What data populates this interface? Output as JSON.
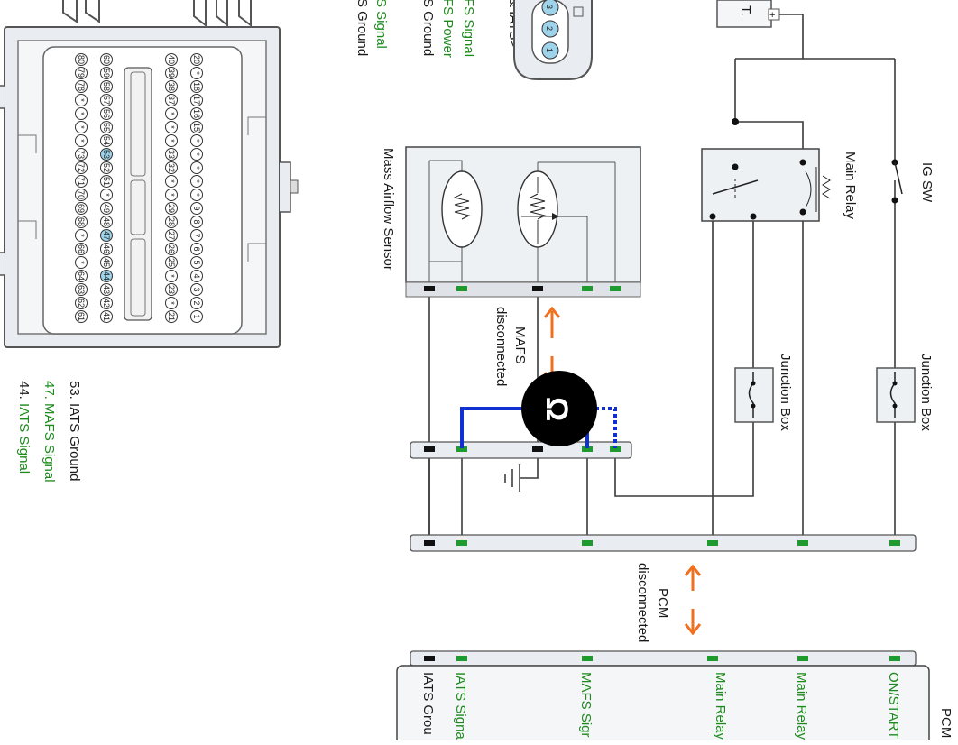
{
  "colors": {
    "wire": "#3a3a3a",
    "pin_green": "#1f9a2f",
    "pin_black": "#111111",
    "arrow_orange": "#f07020",
    "highlight_blue": "#9ed3ea",
    "probe_blue": "#1030d0",
    "text_green": "#1e8a1e",
    "component_fill": "#eef1f4"
  },
  "connector_legend": [
    {
      "num": "44.",
      "name": "IATS Signal",
      "color": "green"
    },
    {
      "num": "47.",
      "name": "MAFS Signal",
      "color": "green"
    },
    {
      "num": "53.",
      "name": "IATS Ground",
      "color": "black"
    }
  ],
  "top_legend": {
    "title_fragment": "& IATS>",
    "items": [
      {
        "text": "FS Signal",
        "color": "green"
      },
      {
        "text": "FS Power",
        "color": "green"
      },
      {
        "text": "S Ground",
        "color": "black"
      },
      {
        "text": "S Signal",
        "color": "green"
      },
      {
        "text": "S Ground",
        "color": "black"
      }
    ],
    "plug_pins": [
      "3",
      "2",
      "1"
    ]
  },
  "battery_label": "T.",
  "battery_plus": "+",
  "components": {
    "main_relay": "Main Relay",
    "ig_sw": "IG SW",
    "mafs": "Mass Airflow Sensor",
    "junction_box_1": "Junction Box",
    "junction_box_2": "Junction Box",
    "ground_symbol": "ground",
    "meter_symbol": "Ω"
  },
  "annotations": {
    "mafs_disconnected": [
      "MAFS",
      "disconnected"
    ],
    "pcm_disconnected": [
      "PCM",
      "disconnected"
    ]
  },
  "pcm": {
    "title": "PCM",
    "pins": [
      {
        "label": "IATS Grou",
        "color": "black"
      },
      {
        "label": "IATS Signa",
        "color": "green"
      },
      {
        "label": "MAFS Sigr",
        "color": "green"
      },
      {
        "label": "Main Relay Power",
        "color": "green"
      },
      {
        "label": "Main Relay",
        "color": "green"
      },
      {
        "label": "ON/START",
        "color": "green"
      }
    ]
  },
  "connector_pin_rows": [
    [
      "20",
      "*",
      "18",
      "17",
      "16",
      "15",
      "*",
      "*",
      "*",
      "*",
      "*",
      "9",
      "8",
      "7",
      "6",
      "5",
      "4",
      "3",
      "2",
      "1"
    ],
    [
      "40",
      "39",
      "38",
      "37",
      "*",
      "*",
      "*",
      "33",
      "32",
      "*",
      "*",
      "29",
      "28",
      "27",
      "26",
      "25",
      "*",
      "23",
      "*",
      "21"
    ],
    [
      "60",
      "59",
      "58",
      "57",
      "56",
      "55",
      "54",
      "53",
      "52",
      "51",
      "*",
      "49",
      "48",
      "47",
      "46",
      "45",
      "44",
      "43",
      "42",
      "41"
    ],
    [
      "80",
      "79",
      "78",
      "*",
      "*",
      "*",
      "*",
      "73",
      "72",
      "71",
      "70",
      "69",
      "68",
      "*",
      "66",
      "*",
      "64",
      "63",
      "62",
      "61"
    ]
  ],
  "highlighted_pins": [
    "53",
    "47",
    "44"
  ]
}
